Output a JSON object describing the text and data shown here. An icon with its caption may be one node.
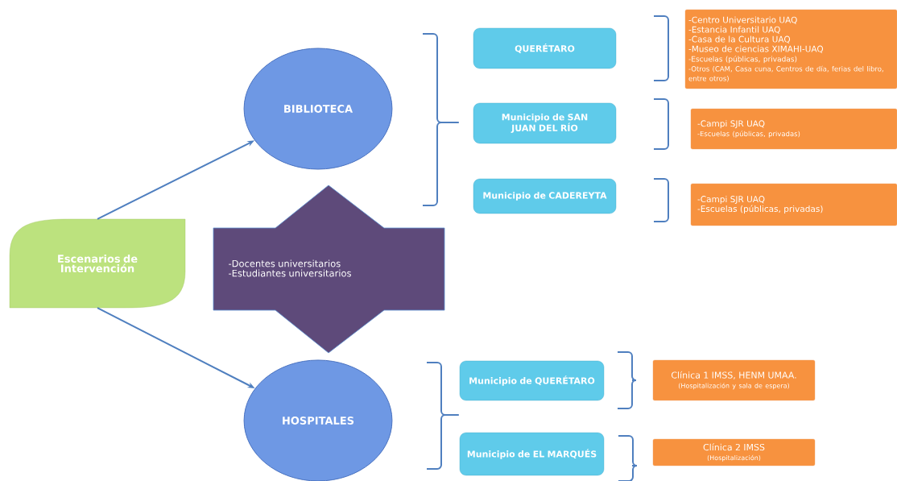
{
  "diagram": {
    "nodes": [
      {
        "text": [
          "Escenarios de Intervención"
        ]
      },
      {
        "text": [
          "BIBLIOTECA"
        ]
      },
      {
        "text": [
          "-Docentes universitarios",
          "-Estudiantes universitarios"
        ]
      },
      {
        "text": [
          "HOSPITALES"
        ]
      },
      {
        "text": [
          "QUERÉTARO"
        ]
      },
      {
        "text": [
          "Municipio de SAN JUAN DEL RÍO"
        ]
      },
      {
        "text": [
          "Municipio de CADEREYTA"
        ]
      },
      {
        "text": [
          "-Centro Universitario UAQ",
          "-Estancia Infantil UAQ",
          "-Casa de la Cultura UAQ",
          "-Museo de ciencias XIMAHI-UAQ",
          "-Escuelas (públicas, privadas)",
          "-Otros (CAM, Casa cuna, Centros de día, ferias del libro, entre otros)"
        ]
      },
      {
        "text": [
          "-Campi SJR UAQ",
          "-Escuelas (públicas, privadas)"
        ]
      },
      {
        "text": [
          "-Campi SJR UAQ",
          "-Escuelas (públicas, privadas)"
        ]
      },
      {
        "text": [
          "Municipio de QUERÉTARO"
        ]
      },
      {
        "text": [
          "Municipio de EL MARQUÉS"
        ]
      },
      {
        "text": [
          "Clínica 1 IMSS, HENM UMAA.",
          "(Hospitalización y sala de espera)"
        ]
      },
      {
        "text": [
          "Clínica 2 IMSS",
          "(Hospitalización)"
        ]
      }
    ],
    "edges": [
      {
        "from": 0,
        "to": 1,
        "arrow": "to"
      },
      {
        "from": 0,
        "to": 3,
        "arrow": "to"
      }
    ]
  }
}
